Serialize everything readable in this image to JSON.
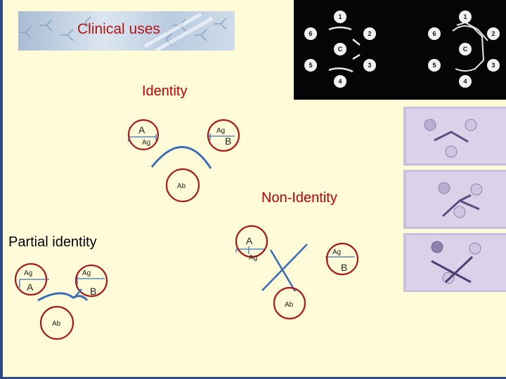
{
  "banner": {
    "title": "Clinical uses"
  },
  "sections": {
    "identity": {
      "title": "Identity",
      "antigen_a": "A",
      "ag_left": "Ag",
      "ag_right": "Ag",
      "antigen_b": "B",
      "antibody": "Ab"
    },
    "non_identity": {
      "title": "Non-Identity",
      "antigen_a": "A",
      "ag_left": "Ag",
      "ag_right": "Ag",
      "antigen_b": "B",
      "antibody": "Ab"
    },
    "partial_identity": {
      "title": "Partial identity",
      "ag_left": "Ag",
      "antigen_a": "A",
      "ag_right": "Ag",
      "antigen_b": "B",
      "antibody": "Ab"
    }
  },
  "photo_labels": {
    "left_plate": [
      "1",
      "2",
      "3",
      "4",
      "5",
      "6",
      "C"
    ],
    "right_plate": [
      "1",
      "2",
      "3",
      "4",
      "5",
      "6",
      "C"
    ]
  },
  "colors": {
    "title_red": "#c00000",
    "well_red": "#b01515",
    "arc_blue": "#3a6fb5",
    "frame_blue": "#2f4a86",
    "background": "#fffbd8"
  }
}
